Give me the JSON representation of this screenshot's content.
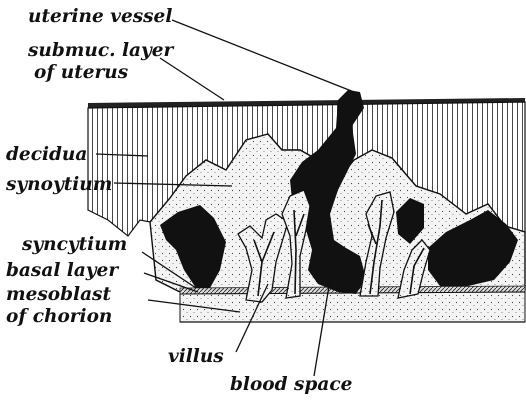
{
  "figure": {
    "labels": {
      "uterine_vessel": "uterine vessel",
      "submuc_line1": "submuc. layer",
      "submuc_line2": "of uterus",
      "decidua": "decidua",
      "synoytium": "synoytium",
      "syncytium": "syncytium",
      "basal_layer": "basal layer",
      "mesoblast_line1": "mesoblast",
      "mesoblast_line2": "of chorion",
      "villus": "villus",
      "blood_space": "blood space"
    },
    "colors": {
      "ink": "#111111",
      "paper": "#ffffff",
      "stipple": "#f4f4f4"
    }
  }
}
